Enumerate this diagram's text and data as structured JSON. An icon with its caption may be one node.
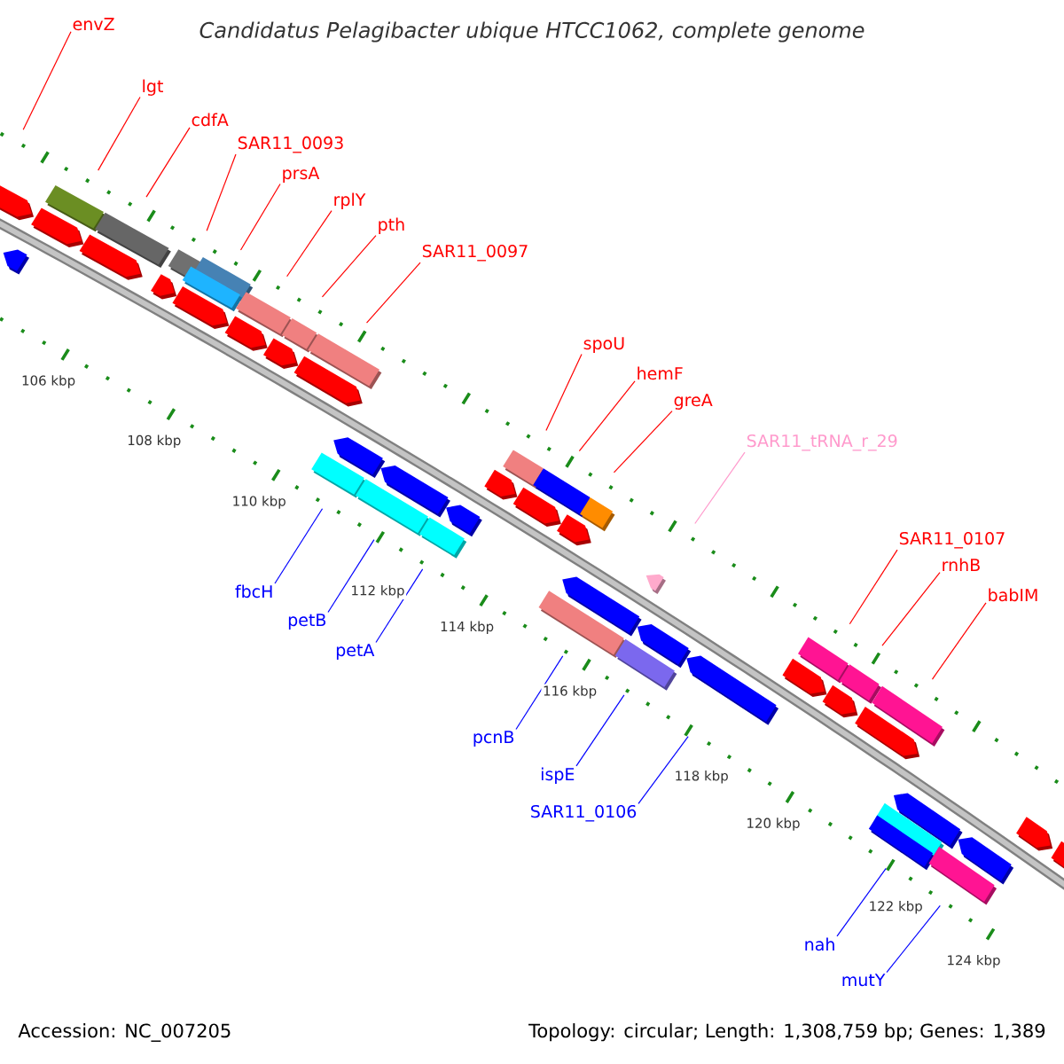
{
  "diagram": {
    "title": "Candidatus Pelagibacter ubique HTCC1062, complete genome",
    "nodes": [
      {
        "text": [
          "envZ"
        ]
      },
      {
        "text": [
          "lgt"
        ]
      },
      {
        "text": [
          "cdfA"
        ]
      },
      {
        "text": [
          "SAR11_0093"
        ]
      },
      {
        "text": [
          "prsA"
        ]
      },
      {
        "text": [
          "rplY"
        ]
      },
      {
        "text": [
          "pth"
        ]
      },
      {
        "text": [
          "SAR11_0097"
        ]
      },
      {
        "text": [
          "spoU"
        ]
      },
      {
        "text": [
          "hemF"
        ]
      },
      {
        "text": [
          "greA"
        ]
      },
      {
        "text": [
          "SAR11_tRNA_r_29"
        ]
      },
      {
        "text": [
          "SAR11_0107"
        ]
      },
      {
        "text": [
          "rnhB"
        ]
      },
      {
        "text": [
          "babIM"
        ]
      },
      {
        "text": [
          "fbcH"
        ]
      },
      {
        "text": [
          "petB"
        ]
      },
      {
        "text": [
          "petA"
        ]
      },
      {
        "text": [
          "pcnB"
        ]
      },
      {
        "text": [
          "ispE"
        ]
      },
      {
        "text": [
          "SAR11_0106"
        ]
      },
      {
        "text": [
          "nah"
        ]
      },
      {
        "text": [
          "mutY"
        ]
      }
    ],
    "edges": [
      {
        "from": 0,
        "to": null,
        "arrow": "none"
      },
      {
        "from": 1,
        "to": null,
        "arrow": "none"
      },
      {
        "from": 2,
        "to": null,
        "arrow": "none"
      },
      {
        "from": 3,
        "to": null,
        "arrow": "none"
      },
      {
        "from": 4,
        "to": null,
        "arrow": "none"
      },
      {
        "from": 5,
        "to": null,
        "arrow": "none"
      },
      {
        "from": 6,
        "to": null,
        "arrow": "none"
      },
      {
        "from": 7,
        "to": null,
        "arrow": "none"
      },
      {
        "from": 8,
        "to": null,
        "arrow": "none"
      },
      {
        "from": 9,
        "to": null,
        "arrow": "none"
      },
      {
        "from": 10,
        "to": null,
        "arrow": "none"
      },
      {
        "from": 11,
        "to": null,
        "arrow": "none",
        "color": "#ff99cc"
      },
      {
        "from": 12,
        "to": null,
        "arrow": "none"
      },
      {
        "from": 13,
        "to": null,
        "arrow": "none"
      },
      {
        "from": 14,
        "to": null,
        "arrow": "none"
      },
      {
        "from": 15,
        "to": null,
        "arrow": "none",
        "color": "#0000ff"
      },
      {
        "from": 16,
        "to": null,
        "arrow": "none",
        "color": "#0000ff"
      },
      {
        "from": 17,
        "to": null,
        "arrow": "none",
        "color": "#0000ff"
      },
      {
        "from": 18,
        "to": null,
        "arrow": "none",
        "color": "#0000ff"
      },
      {
        "from": 19,
        "to": null,
        "arrow": "none",
        "color": "#0000ff"
      },
      {
        "from": 20,
        "to": null,
        "arrow": "none",
        "color": "#0000ff"
      },
      {
        "from": 21,
        "to": null,
        "arrow": "none",
        "color": "#0000ff"
      },
      {
        "from": 22,
        "to": null,
        "arrow": "none",
        "color": "#0000ff"
      }
    ],
    "labels": [
      "106 kbp",
      "108 kbp",
      "110 kbp",
      "112 kbp",
      "114 kbp",
      "116 kbp",
      "118 kbp",
      "120 kbp",
      "122 kbp",
      "124 kbp",
      "Accession: NC_007205",
      "Topology: circular; Length: 1,308,759 bp; Genes: 1,389"
    ]
  }
}
